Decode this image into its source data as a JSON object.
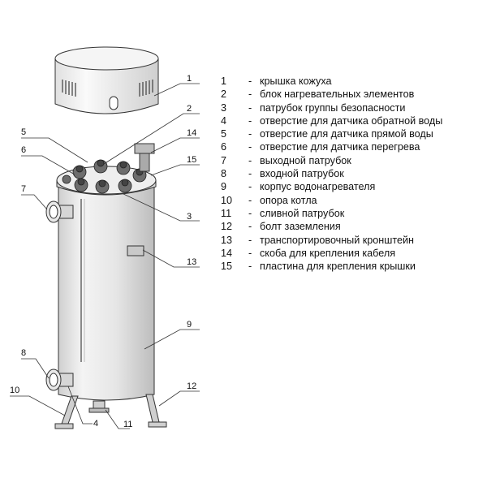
{
  "legend": [
    {
      "num": "1",
      "text": "крышка кожуха"
    },
    {
      "num": "2",
      "text": "блок нагревательных элементов"
    },
    {
      "num": "3",
      "text": "патрубок группы безопасности"
    },
    {
      "num": "4",
      "text": "отверстие для датчика обратной воды"
    },
    {
      "num": "5",
      "text": "отверстие для  датчика прямой воды"
    },
    {
      "num": "6",
      "text": "отверстие для датчика перегрева"
    },
    {
      "num": "7",
      "text": "выходной патрубок"
    },
    {
      "num": "8",
      "text": "входной патрубок"
    },
    {
      "num": "9",
      "text": "корпус  водонагревателя"
    },
    {
      "num": "10",
      "text": "опора котла"
    },
    {
      "num": "11",
      "text": "сливной патрубок"
    },
    {
      "num": "12",
      "text": "болт заземления"
    },
    {
      "num": "13",
      "text": "транспортировочный кронштейн"
    },
    {
      "num": "14",
      "text": "скоба для крепления кабеля"
    },
    {
      "num": "15",
      "text": "пластина для крепления крышки"
    }
  ],
  "callouts": {
    "c1": "1",
    "c2": "2",
    "c3": "3",
    "c4": "4",
    "c5": "5",
    "c6": "6",
    "c7": "7",
    "c8": "8",
    "c9": "9",
    "c10": "10",
    "c11": "11",
    "c12": "12",
    "c13": "13",
    "c14": "14",
    "c15": "15"
  },
  "dash": "-"
}
